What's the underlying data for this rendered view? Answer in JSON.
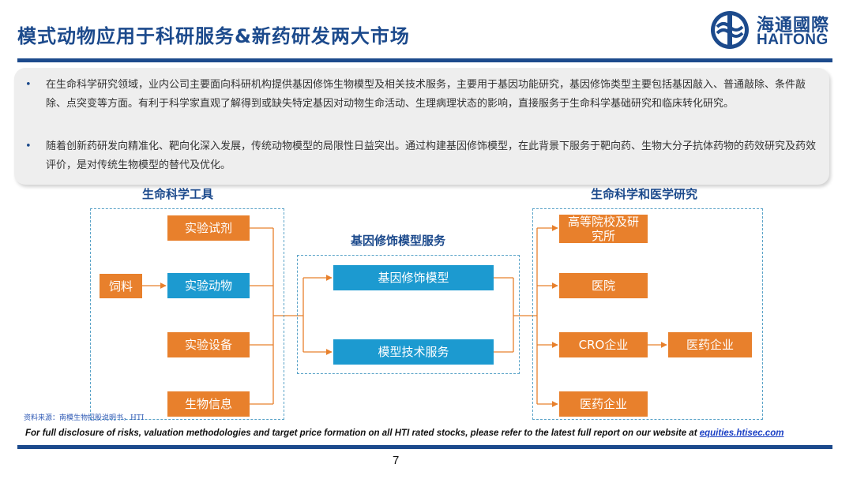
{
  "slide": {
    "title": "模式动物应用于科研服务&新药研发两大市场",
    "page_number": "7"
  },
  "logo": {
    "cn": "海通國際",
    "en": "HAITONG"
  },
  "bullets": [
    "在生命科学研究领域，业内公司主要面向科研机构提供基因修饰生物模型及相关技术服务，主要用于基因功能研究，基因修饰类型主要包括基因敲入、普通敲除、条件敲除、点突变等方面。有利于科学家直观了解得到或缺失特定基因对动物生命活动、生理病理状态的影响，直接服务于生命科学基础研究和临床转化研究。",
    "随着创新药研发向精准化、靶向化深入发展，传统动物模型的局限性日益突出。通过构建基因修饰模型，在此背景下服务于靶向药、生物大分子抗体药物的药效研究及药效评价，是对传统生物模型的替代及优化。"
  ],
  "diagram": {
    "left_group": {
      "label": "生命科学工具",
      "input": "饲料",
      "items": [
        "实验试剂",
        "实验动物",
        "实验设备",
        "生物信息"
      ]
    },
    "middle_group": {
      "label": "基因修饰模型服务",
      "items": [
        "基因修饰模型",
        "模型技术服务"
      ]
    },
    "right_group": {
      "label": "生命科学和医学研究",
      "items": [
        "高等院校及研究所",
        "医院",
        "CRO企业",
        "医药企业"
      ],
      "cro_output": "医药企业"
    },
    "colors": {
      "orange": "#e8802c",
      "blue": "#1c9ad0",
      "border": "#5aa3c8",
      "line": "#e8802c"
    }
  },
  "footer": {
    "source": "资料来源：南模生物招股说明书，HTI",
    "disclosure": "For full disclosure of risks, valuation methodologies and target price formation on all HTI rated stocks, please refer to the latest full report on our website at ",
    "link": "equities.htisec.com"
  }
}
